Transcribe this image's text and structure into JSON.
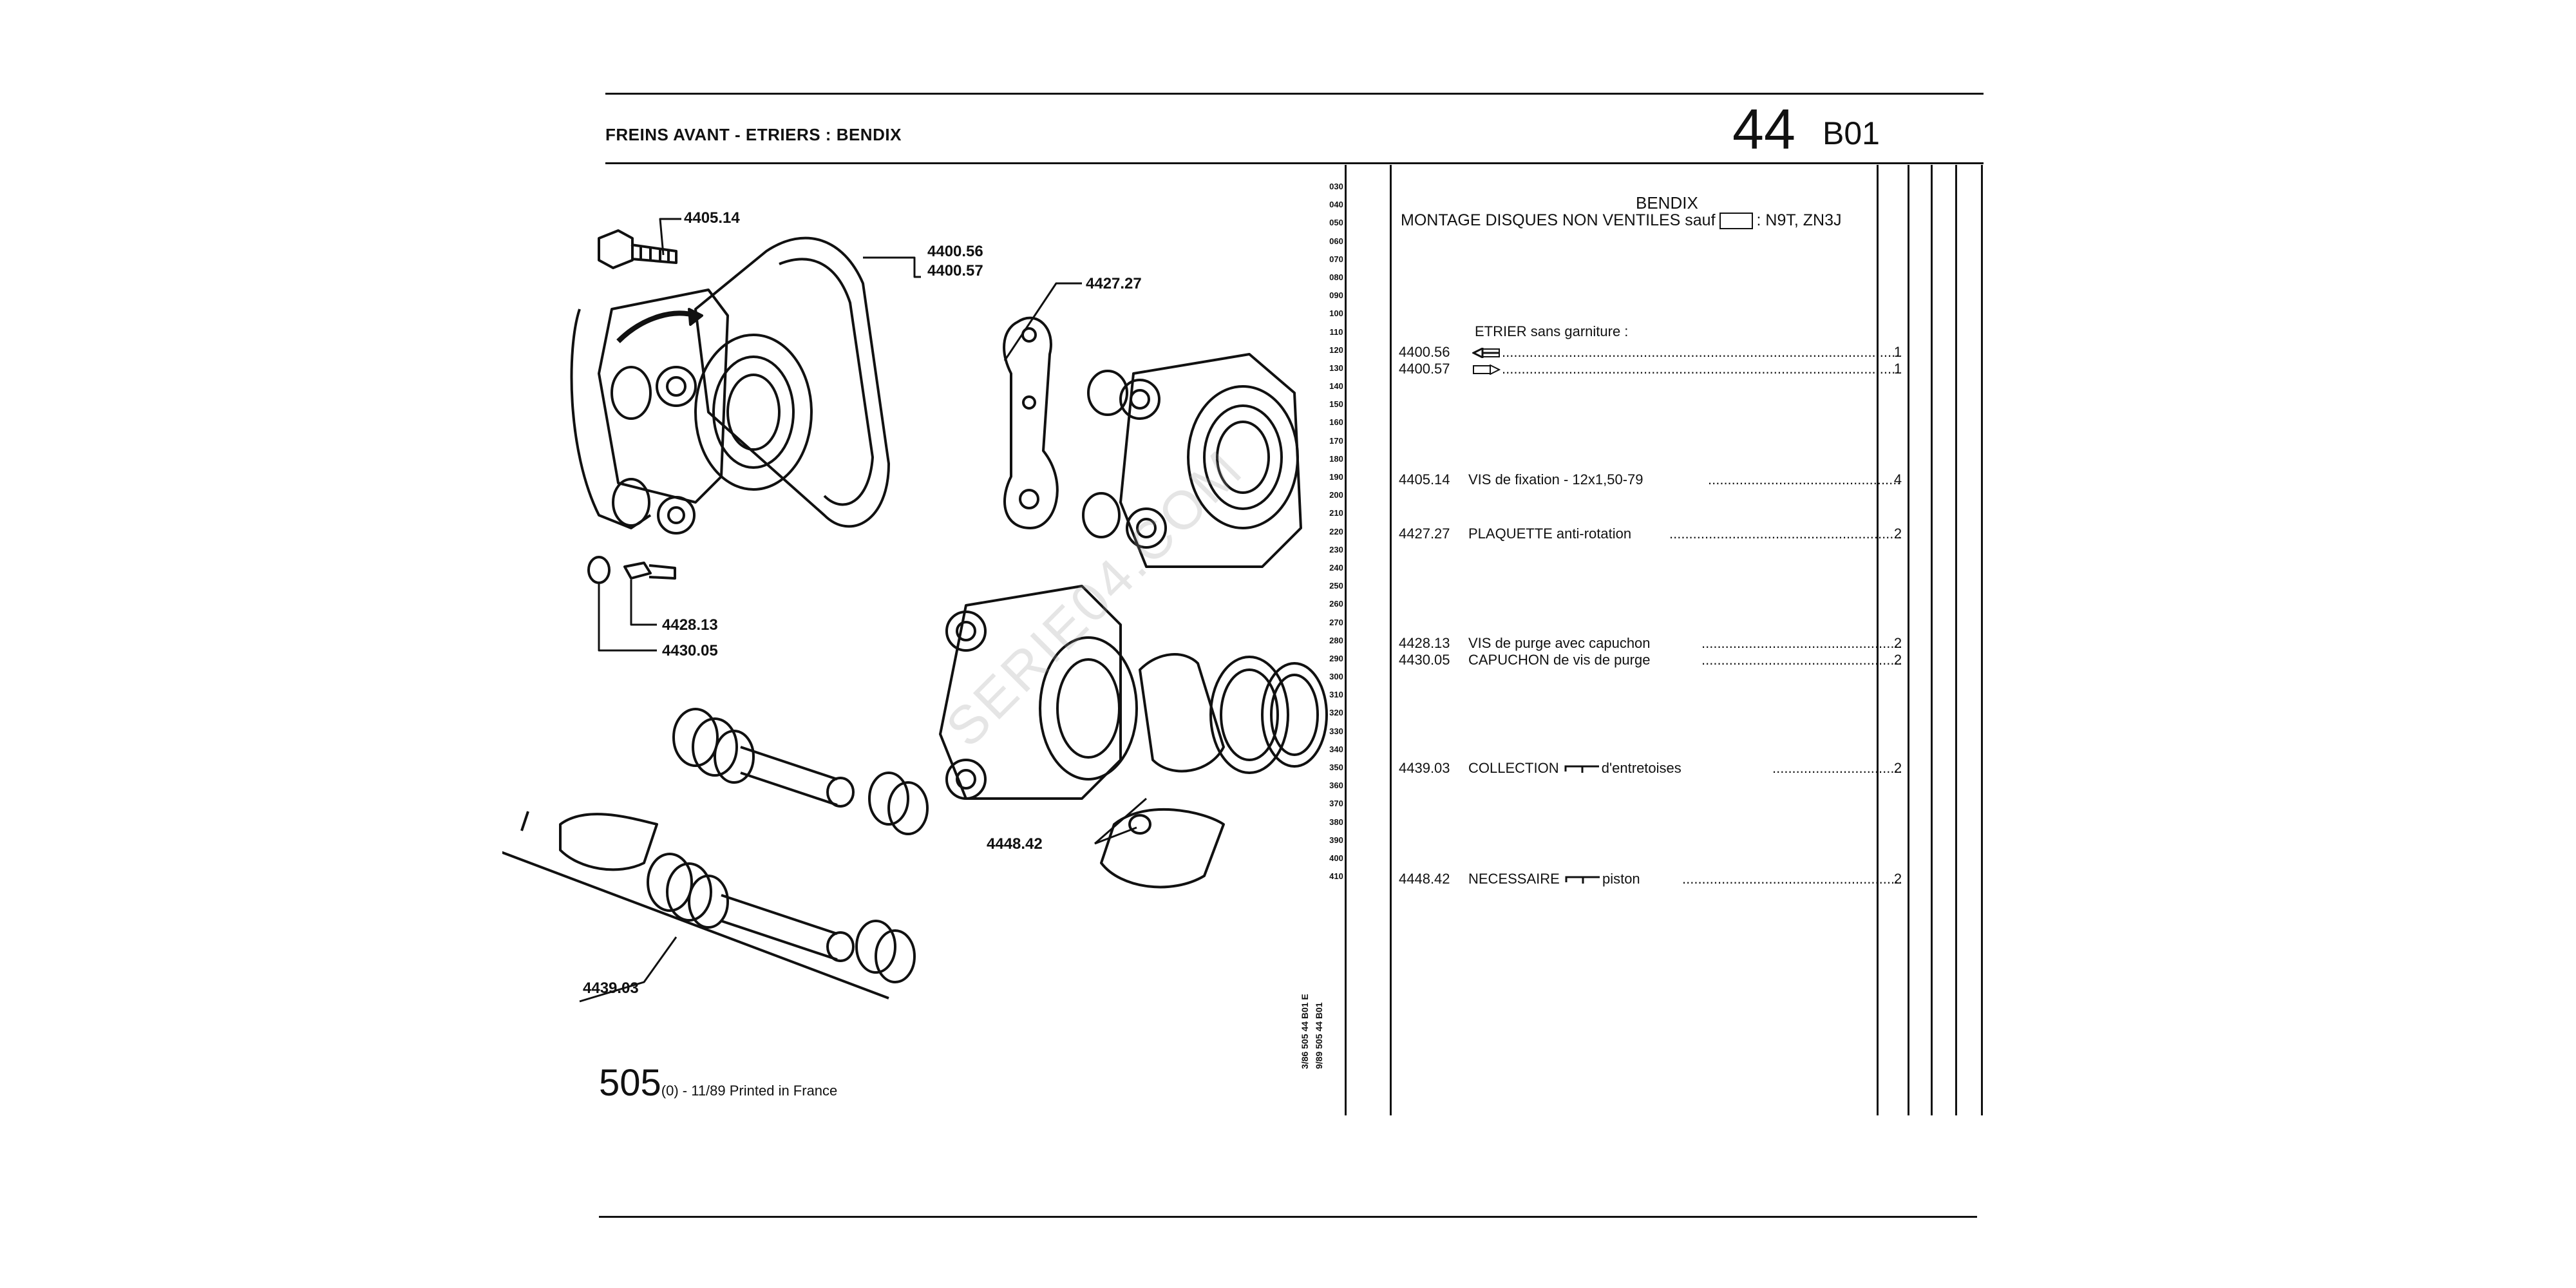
{
  "header": {
    "title": "FREINS AVANT - ETRIERS : BENDIX",
    "page_number": "44",
    "section": "B01"
  },
  "diagram": {
    "callouts": [
      "4405.14",
      "4400.56",
      "4400.57",
      "4427.27",
      "4428.13",
      "4430.05",
      "4448.42",
      "4439.03"
    ]
  },
  "scale": [
    "030",
    "040",
    "050",
    "060",
    "070",
    "080",
    "090",
    "100",
    "110",
    "120",
    "130",
    "140",
    "150",
    "160",
    "170",
    "180",
    "190",
    "200",
    "210",
    "220",
    "230",
    "240",
    "250",
    "260",
    "270",
    "280",
    "290",
    "300",
    "310",
    "320",
    "330",
    "340",
    "350",
    "360",
    "370",
    "380",
    "390",
    "400",
    "410"
  ],
  "side_codes": [
    "3/86 505 44 B01 E",
    "9/89 505 44 B01"
  ],
  "footer": {
    "model": "505",
    "info": "(0) - 11/89 Printed in France"
  },
  "parts_list": {
    "maker": "BENDIX",
    "mounting": "MONTAGE DISQUES NON VENTILES sauf",
    "mounting_codes": ": N9T, ZN3J",
    "subheading": "ETRIER sans garniture :",
    "rows": [
      {
        "ref": "4400.56",
        "desc": "",
        "qty": "1"
      },
      {
        "ref": "4400.57",
        "desc": "",
        "qty": "1"
      },
      {
        "ref": "4405.14",
        "desc": "VIS de fixation - 12x1,50-79",
        "qty": "4"
      },
      {
        "ref": "4427.27",
        "desc": "PLAQUETTE anti-rotation",
        "qty": "2"
      },
      {
        "ref": "4428.13",
        "desc": "VIS de purge avec capuchon",
        "qty": "2"
      },
      {
        "ref": "4430.05",
        "desc": "CAPUCHON de vis de purge",
        "qty": "2"
      },
      {
        "ref": "4439.03",
        "desc": "COLLECTION",
        "desc2": "d'entretoises",
        "qty": "2"
      },
      {
        "ref": "4448.42",
        "desc": "NECESSAIRE",
        "desc2": "piston",
        "qty": "2"
      }
    ]
  },
  "watermark": "SERIE04.COM"
}
